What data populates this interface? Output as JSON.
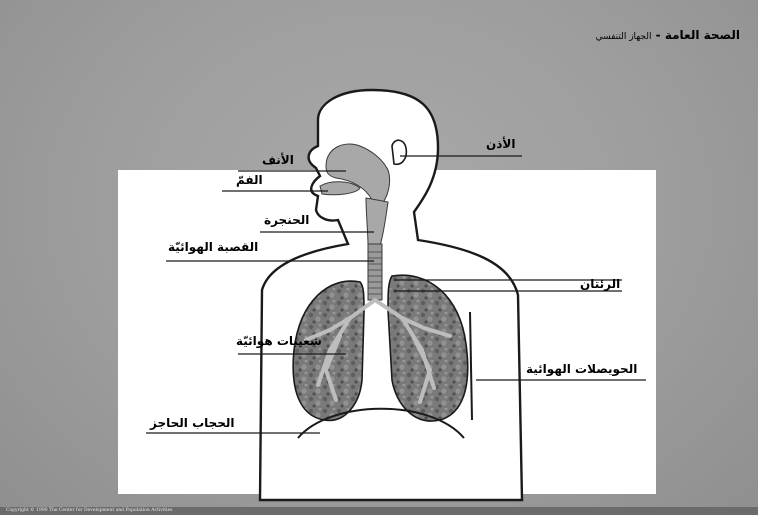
{
  "header": {
    "title": "الصحة العامة",
    "separator": " - ",
    "subtitle": "الجهاز التنفسي"
  },
  "labels": {
    "ear": "الأذن",
    "nose": "الأنف",
    "mouth": "الفمّ",
    "larynx": "الحنجرة",
    "trachea": "القصبة الهوائيّة",
    "lungs": "الرئتان",
    "bronchioles": "شعيبات هوائيّة",
    "alveoli": "الحويصلات الهوائية",
    "diaphragm": "الحجاب الحاجز"
  },
  "copyright": "Copyright © 1990 The Center for Development and Population Activities",
  "colors": {
    "background": "#9d9d9d",
    "panel": "#ffffff",
    "lung": "#7d7d7d",
    "airway": "#a8a8a8",
    "outline": "#1a1a1a"
  }
}
